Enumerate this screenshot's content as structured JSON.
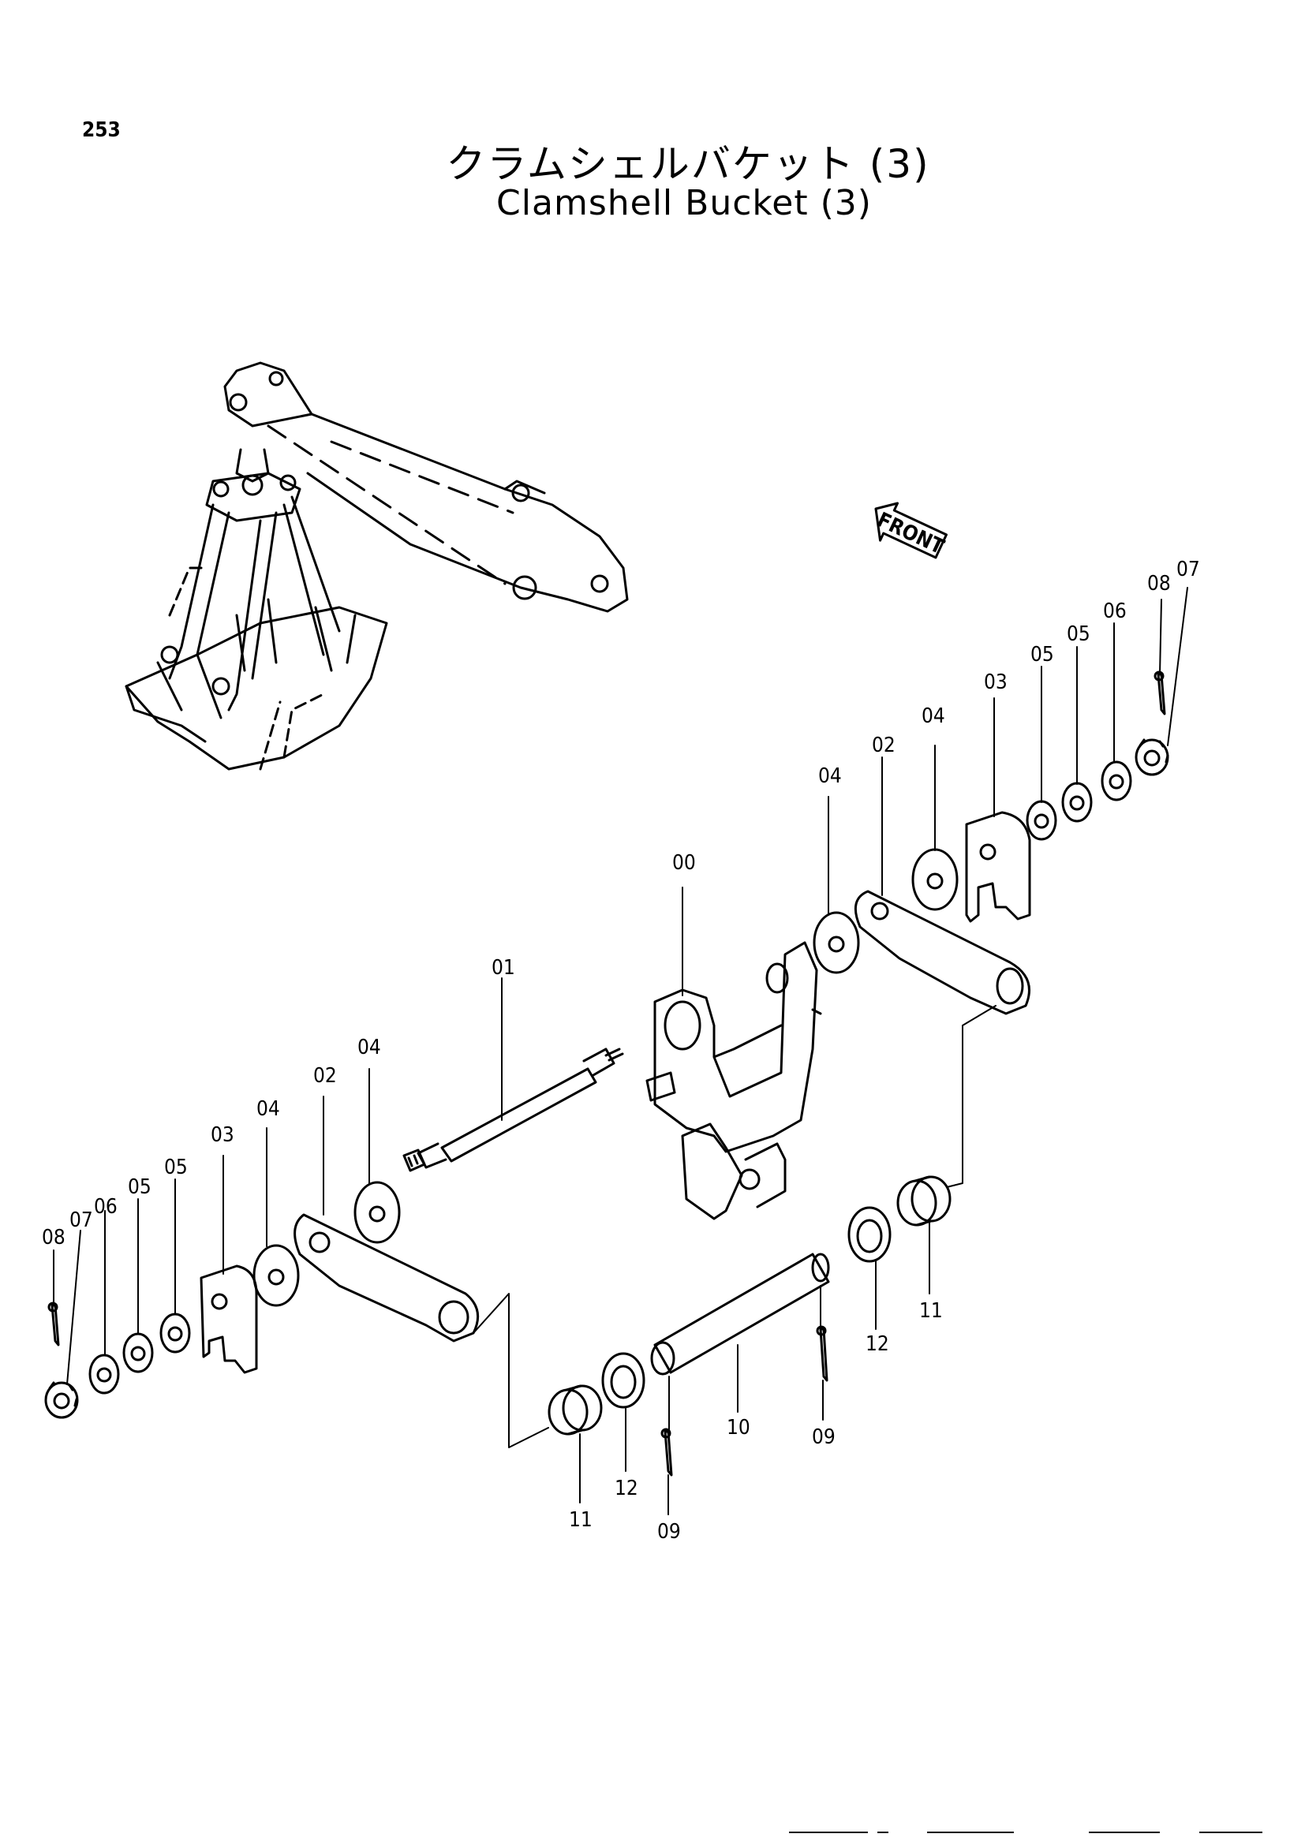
{
  "page_number": "253",
  "title_jp": "クラムシェルバケット (3)",
  "title_en": "Clamshell Bucket (3)",
  "front_label": "FRONT",
  "callouts": {
    "c00": "00",
    "c01": "01",
    "c02a": "02",
    "c02b": "02",
    "c03a": "03",
    "c03b": "03",
    "c04a": "04",
    "c04b": "04",
    "c04c": "04",
    "c04d": "04",
    "c05a": "05",
    "c05b": "05",
    "c05c": "05",
    "c05d": "05",
    "c06a": "06",
    "c06b": "06",
    "c07a": "07",
    "c07b": "07",
    "c08a": "08",
    "c08b": "08",
    "c09a": "09",
    "c09b": "09",
    "c10": "10",
    "c11a": "11",
    "c11b": "11",
    "c12a": "12",
    "c12b": "12"
  }
}
